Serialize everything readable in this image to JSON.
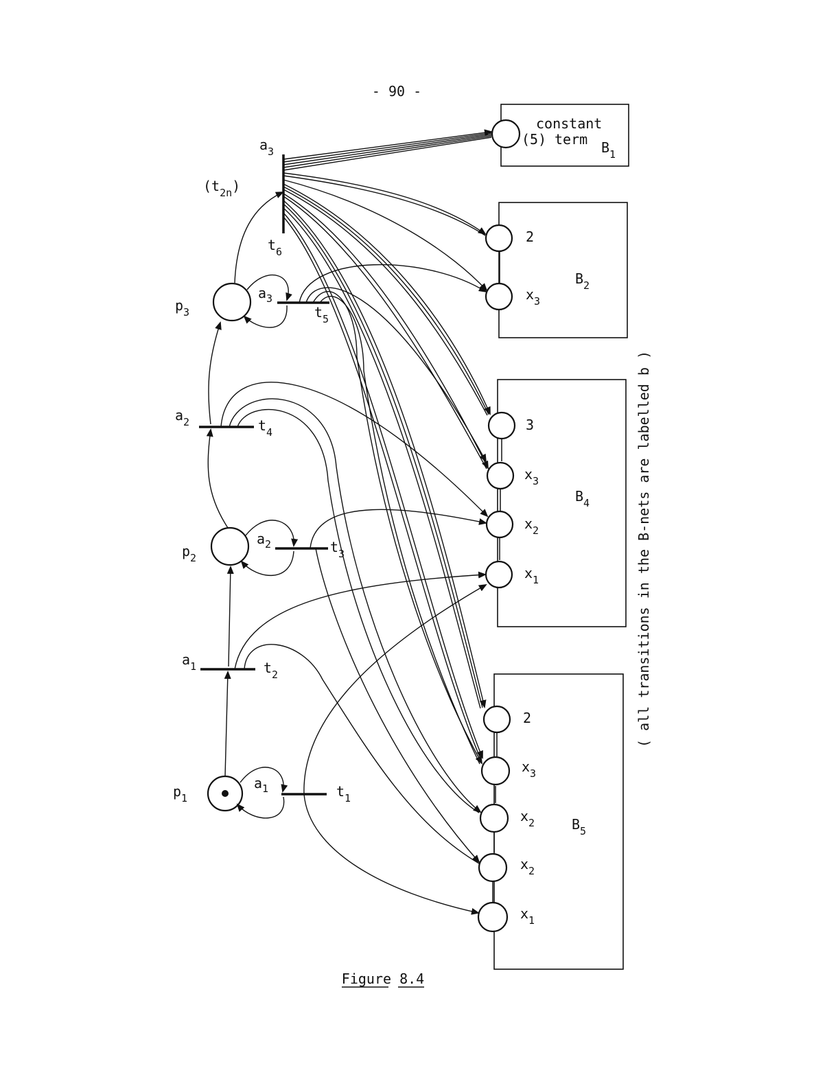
{
  "page_number": "- 90 -",
  "caption": "Figure 8.4",
  "side_note": "( all transitions in the B-nets are labelled b )",
  "places": {
    "p1": {
      "name": "p",
      "sub": "1"
    },
    "p2": {
      "name": "p",
      "sub": "2"
    },
    "p3": {
      "name": "p",
      "sub": "3"
    }
  },
  "transitions": {
    "t1": {
      "name": "t",
      "sub": "1"
    },
    "t2": {
      "name": "t",
      "sub": "2"
    },
    "t3": {
      "name": "t",
      "sub": "3"
    },
    "t4": {
      "name": "t",
      "sub": "4"
    },
    "t5": {
      "name": "t",
      "sub": "5"
    },
    "t6": {
      "name": "t",
      "sub": "6"
    },
    "t2n": {
      "open": "(t",
      "sub": "2n",
      "close": ")"
    }
  },
  "arc_labels": {
    "a1_loop": {
      "name": "a",
      "sub": "1"
    },
    "a1_t2": {
      "name": "a",
      "sub": "1"
    },
    "a2_loop": {
      "name": "a",
      "sub": "2"
    },
    "a2_t4": {
      "name": "a",
      "sub": "2"
    },
    "a3_loop": {
      "name": "a",
      "sub": "3"
    },
    "a3_t6": {
      "name": "a",
      "sub": "3"
    }
  },
  "boxes": {
    "B1": {
      "name": "B",
      "sub": "1",
      "line1": "constant",
      "line2": "term",
      "weight": "(5)"
    },
    "B2": {
      "name": "B",
      "sub": "2",
      "nodes": [
        {
          "name": "2",
          "sub": ""
        },
        {
          "name": "x",
          "sub": "3"
        }
      ]
    },
    "B4": {
      "name": "B",
      "sub": "4",
      "nodes": [
        {
          "name": "3",
          "sub": ""
        },
        {
          "name": "x",
          "sub": "3"
        },
        {
          "name": "x",
          "sub": "2"
        },
        {
          "name": "x",
          "sub": "1"
        }
      ]
    },
    "B5": {
      "name": "B",
      "sub": "5",
      "nodes": [
        {
          "name": "2",
          "sub": ""
        },
        {
          "name": "x",
          "sub": "3"
        },
        {
          "name": "x",
          "sub": "2"
        },
        {
          "name": "x",
          "sub": "2"
        },
        {
          "name": "x",
          "sub": "1"
        }
      ]
    }
  },
  "colors": {
    "ink": "#111111",
    "paper": "#ffffff"
  }
}
